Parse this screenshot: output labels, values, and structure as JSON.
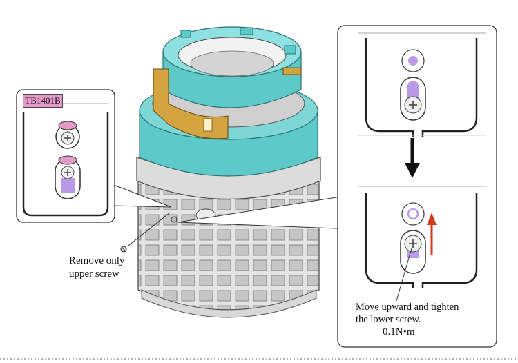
{
  "detail_left": {
    "tag": "TB1401B"
  },
  "callouts": {
    "remove_line1": "Remove only",
    "remove_line2": "upper screw",
    "move_line1": "Move upward and tighten",
    "move_line2": "the lower screw.",
    "torque": "0.1N•m"
  },
  "colors": {
    "ring": "#5ec9c9",
    "flex": "#d4a440",
    "marker": "#e39ac8",
    "slot": "#b89ae8",
    "arrow": "#d23a1e"
  }
}
